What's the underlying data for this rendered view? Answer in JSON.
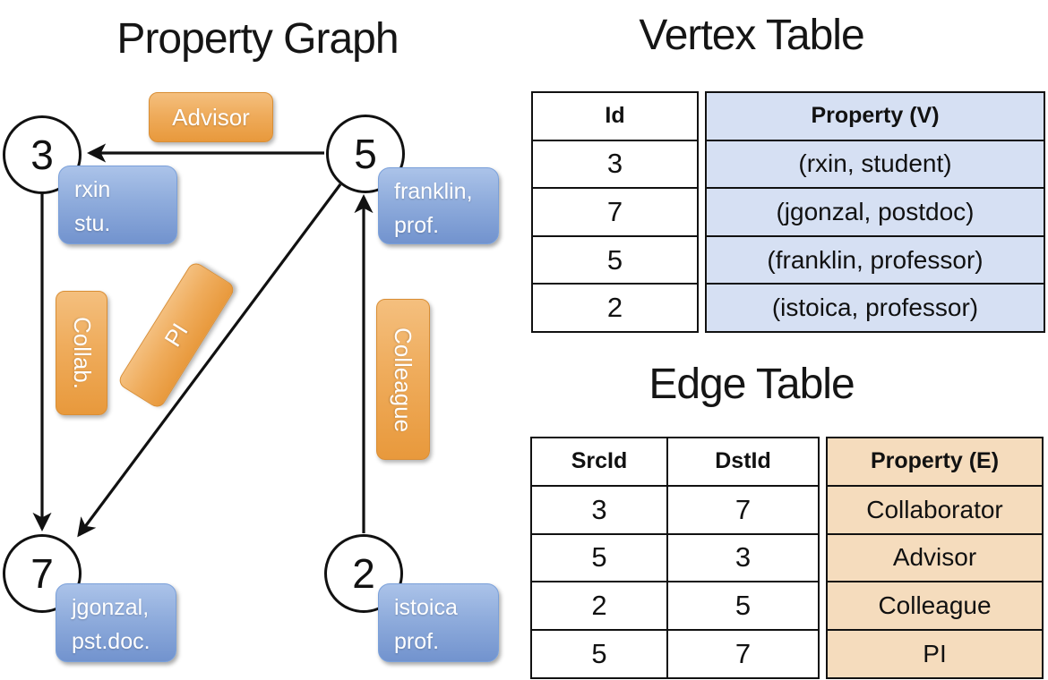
{
  "graph": {
    "title": "Property Graph",
    "vertices": [
      {
        "id": "3",
        "line1": "rxin",
        "line2": "stu."
      },
      {
        "id": "5",
        "line1": "franklin,",
        "line2": "prof."
      },
      {
        "id": "7",
        "line1": "jgonzal,",
        "line2": "pst.doc."
      },
      {
        "id": "2",
        "line1": "istoica",
        "line2": "prof."
      }
    ],
    "edge_labels": {
      "advisor": "Advisor",
      "collab": "Collab.",
      "pi": "PI",
      "colleague": "Colleague"
    }
  },
  "vertex_table": {
    "title": "Vertex Table",
    "headers": {
      "id": "Id",
      "property": "Property (V)"
    },
    "rows": [
      {
        "id": "3",
        "property": "(rxin, student)"
      },
      {
        "id": "7",
        "property": "(jgonzal, postdoc)"
      },
      {
        "id": "5",
        "property": "(franklin, professor)"
      },
      {
        "id": "2",
        "property": "(istoica, professor)"
      }
    ]
  },
  "edge_table": {
    "title": "Edge Table",
    "headers": {
      "src": "SrcId",
      "dst": "DstId",
      "property": "Property (E)"
    },
    "rows": [
      {
        "src": "3",
        "dst": "7",
        "property": "Collaborator"
      },
      {
        "src": "5",
        "dst": "3",
        "property": "Advisor"
      },
      {
        "src": "2",
        "dst": "5",
        "property": "Colleague"
      },
      {
        "src": "5",
        "dst": "7",
        "property": "PI"
      }
    ]
  },
  "colors": {
    "edge_label_orange_top": "#F4BF7E",
    "edge_label_orange_bottom": "#E8993C",
    "vertex_label_blue_top": "#ABC3E9",
    "vertex_label_blue_bottom": "#7293CE",
    "vertex_table_fill": "#D6E0F3",
    "edge_table_fill": "#F5DCBD",
    "line_color": "#111111"
  }
}
